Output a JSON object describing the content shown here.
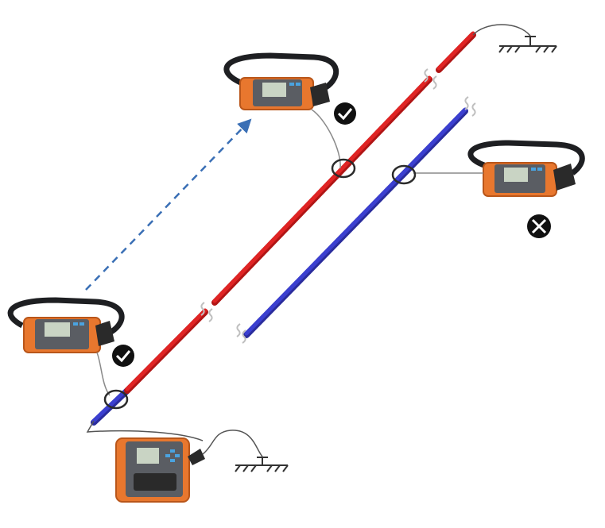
{
  "diagram": {
    "description_free": true,
    "colors": {
      "background": "#ffffff",
      "live_cable": "#e02424",
      "live_cable_dark": "#b01515",
      "other_cable": "#3b3fd0",
      "other_cable_dark": "#2a2c9c",
      "lead_wire": "#8a8a8a",
      "clamp_ring": "#2b2b2b",
      "device_body": "#e8772e",
      "device_body_dark": "#b9561a",
      "device_face": "#5a5d63",
      "device_screen": "#c9d4c4",
      "strap": "#1e1f22",
      "check_badge": "#111111",
      "cross_badge": "#111111",
      "dashed_arrow": "#3a6fb5",
      "ground": "#333333",
      "cut_mark": "#bfbfbf"
    },
    "icons": {
      "ok_icon": "check-circle-icon",
      "fail_icon": "cross-circle-icon",
      "ground_icon": "ground-symbol-icon",
      "transmitter_icon": "signal-transmitter-icon",
      "receiver_icon": "clamp-receiver-icon"
    },
    "receivers": [
      {
        "id": "receiver-top",
        "result": "ok"
      },
      {
        "id": "receiver-left",
        "result": "ok"
      },
      {
        "id": "receiver-right",
        "result": "fail"
      }
    ]
  }
}
